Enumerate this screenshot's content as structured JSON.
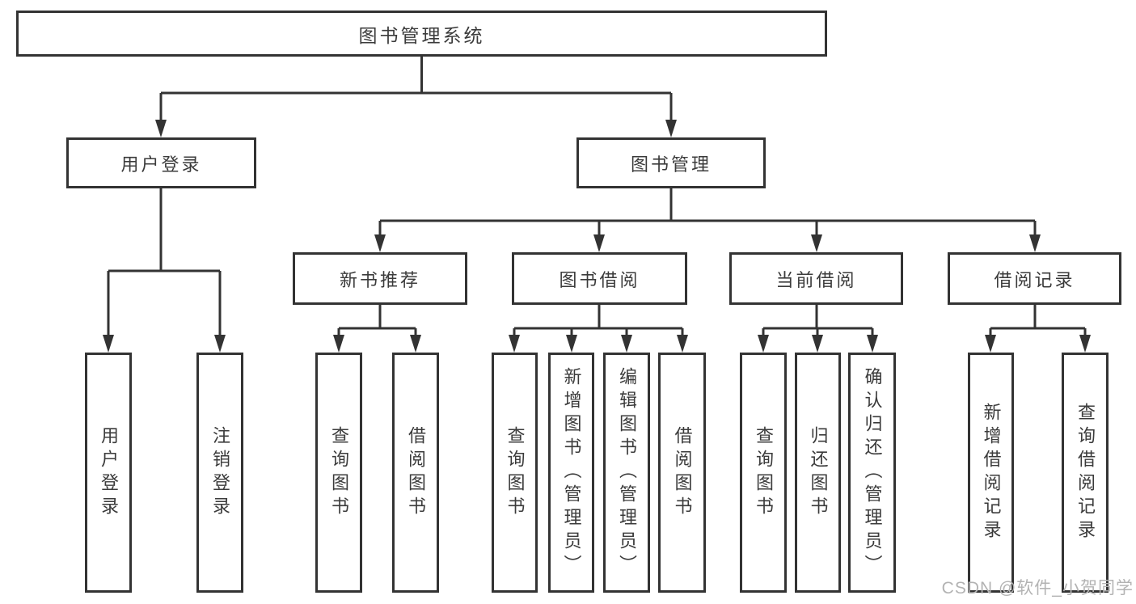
{
  "diagram": {
    "root": {
      "label": "图书管理系统"
    },
    "children": [
      {
        "label": "用户登录",
        "children": [
          {
            "label": "用户登录"
          },
          {
            "label": "注销登录"
          }
        ]
      },
      {
        "label": "图书管理",
        "children": [
          {
            "label": "新书推荐",
            "children": [
              {
                "label": "查询图书"
              },
              {
                "label": "借阅图书"
              }
            ]
          },
          {
            "label": "图书借阅",
            "children": [
              {
                "label": "查询图书"
              },
              {
                "label": "新增图书（管理员）"
              },
              {
                "label": "编辑图书（管理员）"
              },
              {
                "label": "借阅图书"
              }
            ]
          },
          {
            "label": "当前借阅",
            "children": [
              {
                "label": "查询图书"
              },
              {
                "label": "归还图书"
              },
              {
                "label": "确认归还（管理员）"
              }
            ]
          },
          {
            "label": "借阅记录",
            "children": [
              {
                "label": "新增借阅记录"
              },
              {
                "label": "查询借阅记录"
              }
            ]
          }
        ]
      }
    ]
  },
  "watermark": {
    "text": "CSDN @软件_小贺同学"
  },
  "colors": {
    "line": "#333333",
    "text": "#3b3b3b",
    "background": "#ffffff",
    "watermark": "#b3b3b3"
  }
}
